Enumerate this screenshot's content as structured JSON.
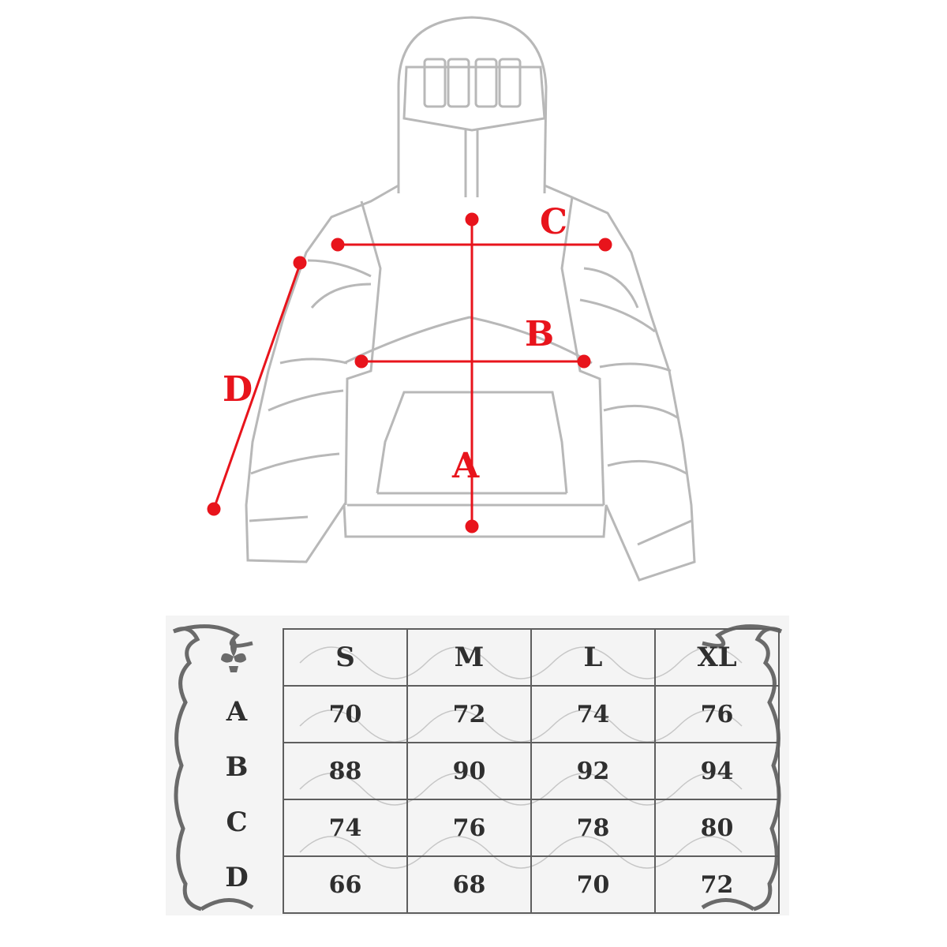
{
  "dimensions": {
    "labels": [
      "A",
      "B",
      "C",
      "D"
    ]
  },
  "table": {
    "columns": [
      "S",
      "M",
      "L",
      "XL"
    ],
    "rows": [
      {
        "label": "A",
        "values": [
          "70",
          "72",
          "74",
          "76"
        ]
      },
      {
        "label": "B",
        "values": [
          "88",
          "90",
          "92",
          "94"
        ]
      },
      {
        "label": "C",
        "values": [
          "74",
          "76",
          "78",
          "80"
        ]
      },
      {
        "label": "D",
        "values": [
          "66",
          "68",
          "70",
          "72"
        ]
      }
    ]
  },
  "colors": {
    "measure": "#e8141c",
    "outline": "#b8b8b8",
    "ink": "#2f2f2f"
  }
}
